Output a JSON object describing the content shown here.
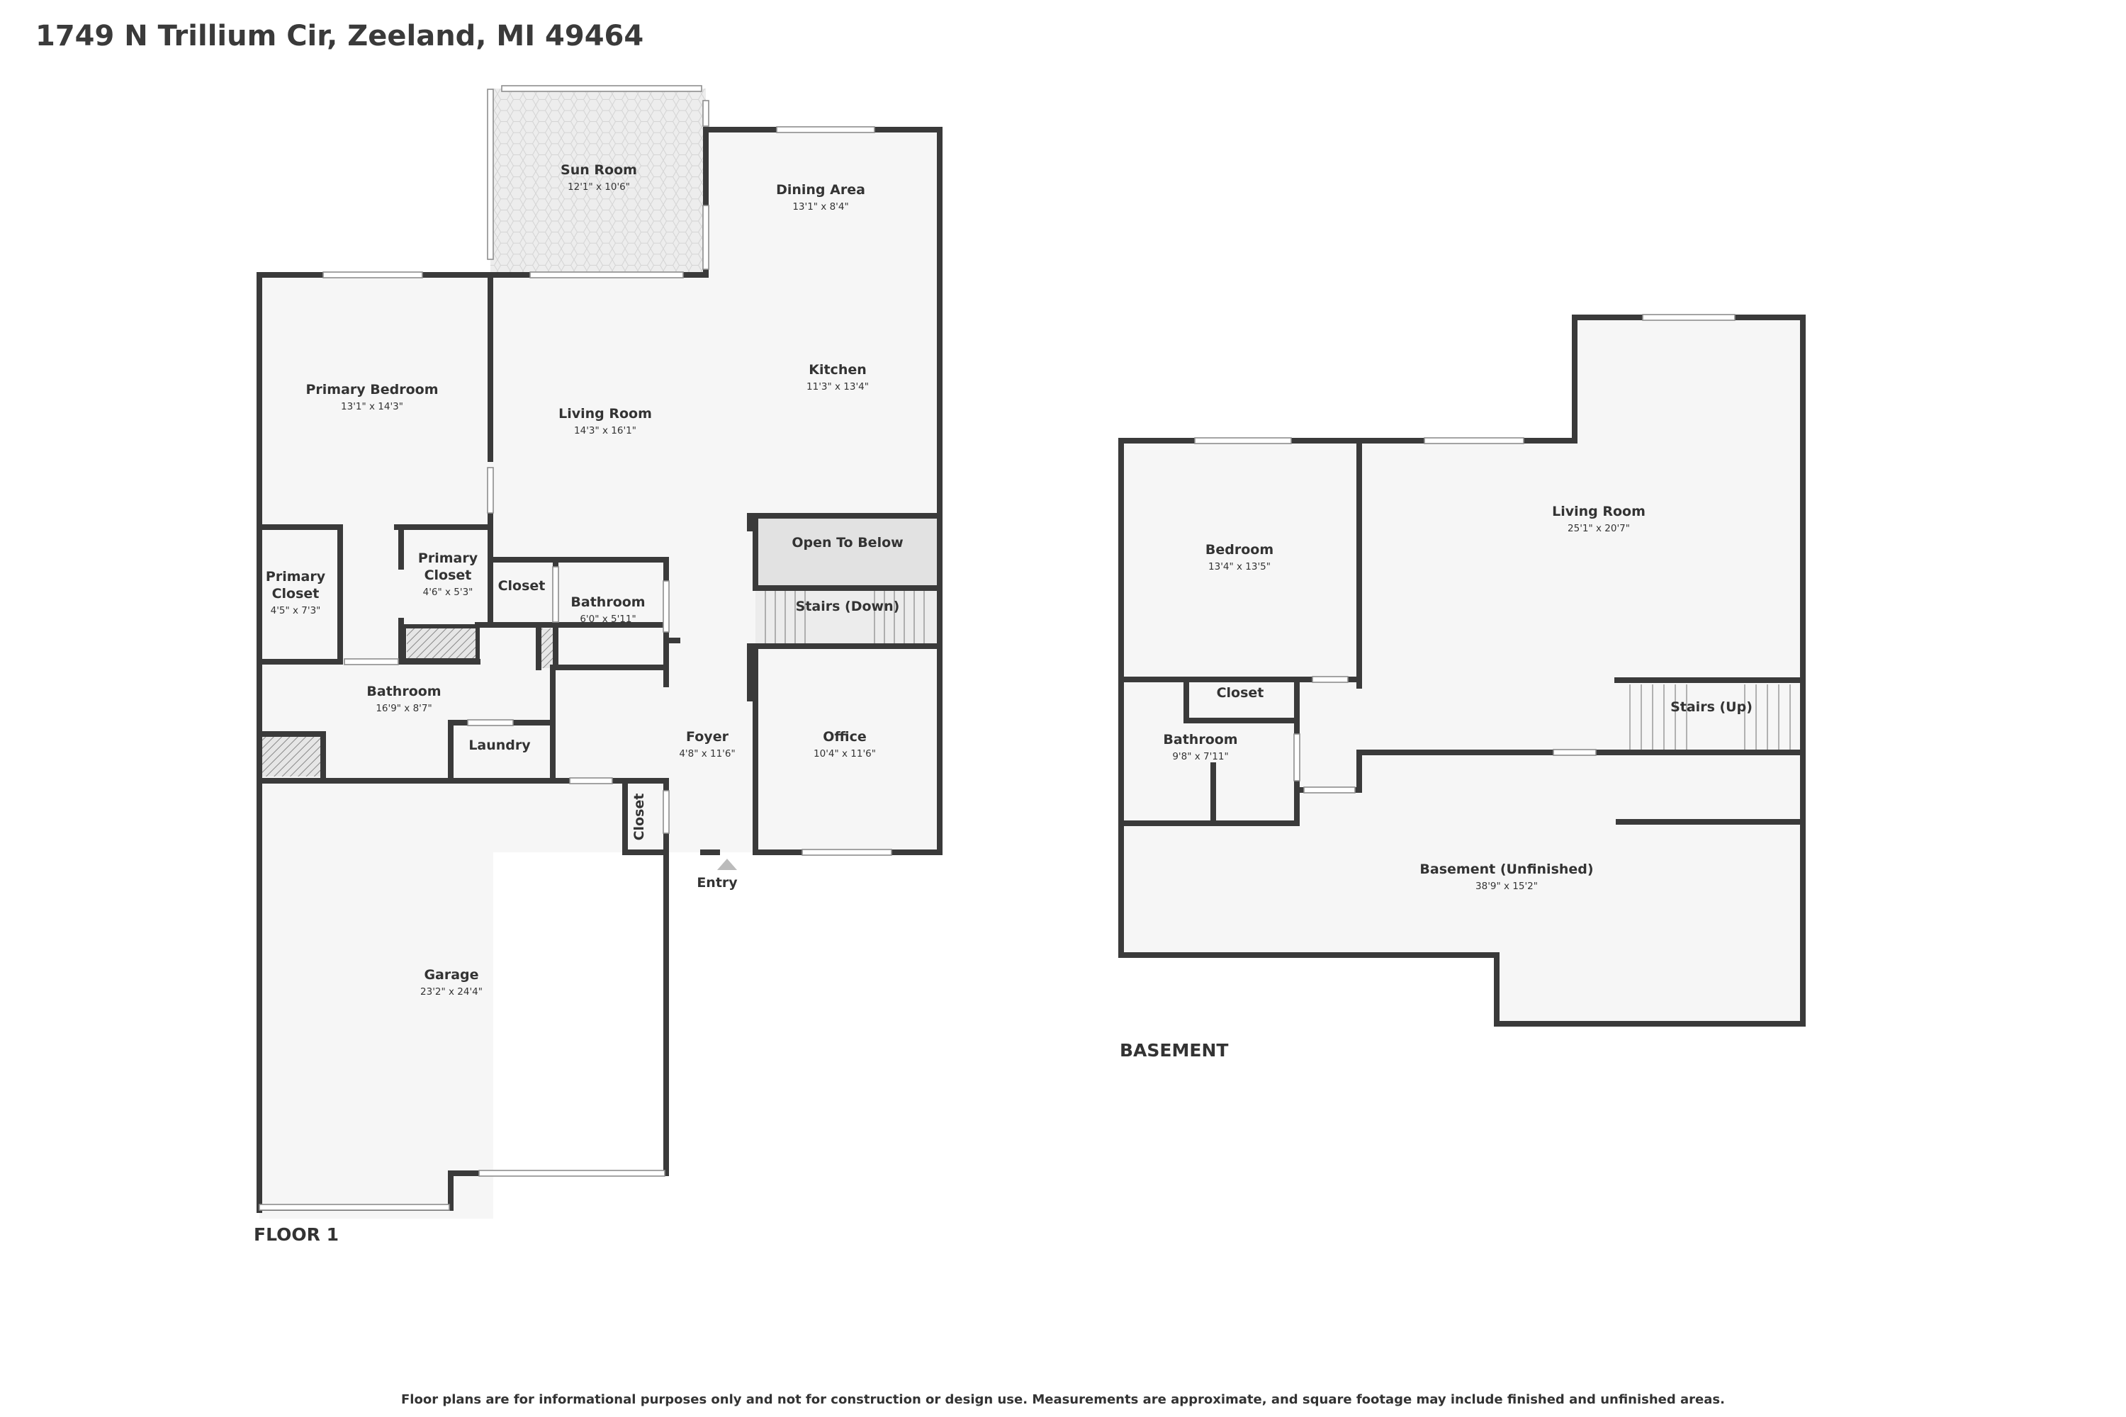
{
  "title": "1749 N Trillium Cir, Zeeland, MI 49464",
  "floors": [
    {
      "label": "FLOOR 1",
      "rooms": [
        {
          "name": "Sun Room",
          "dims": "12'1\" x 10'6\""
        },
        {
          "name": "Dining Area",
          "dims": "13'1\" x 8'4\""
        },
        {
          "name": "Kitchen",
          "dims": "11'3\" x 13'4\""
        },
        {
          "name": "Living Room",
          "dims": "14'3\" x 16'1\""
        },
        {
          "name": "Primary Bedroom",
          "dims": "13'1\" x 14'3\""
        },
        {
          "name": "Primary Closet",
          "dims": "4'5\" x 7'3\""
        },
        {
          "name": "Primary Closet",
          "dims": "4'6\" x 5'3\""
        },
        {
          "name": "Closet",
          "dims": ""
        },
        {
          "name": "Bathroom",
          "dims": "6'0\" x 5'11\""
        },
        {
          "name": "Open To Below",
          "dims": ""
        },
        {
          "name": "Stairs (Down)",
          "dims": ""
        },
        {
          "name": "Bathroom",
          "dims": "16'9\" x 8'7\""
        },
        {
          "name": "Laundry",
          "dims": ""
        },
        {
          "name": "Foyer",
          "dims": "4'8\" x 11'6\""
        },
        {
          "name": "Office",
          "dims": "10'4\" x 11'6\""
        },
        {
          "name": "Closet",
          "dims": ""
        },
        {
          "name": "Entry",
          "dims": ""
        },
        {
          "name": "Garage",
          "dims": "23'2\" x 24'4\""
        }
      ]
    },
    {
      "label": "BASEMENT",
      "rooms": [
        {
          "name": "Bedroom",
          "dims": "13'4\" x 13'5\""
        },
        {
          "name": "Living Room",
          "dims": "25'1\" x 20'7\""
        },
        {
          "name": "Closet",
          "dims": ""
        },
        {
          "name": "Bathroom",
          "dims": "9'8\" x 7'11\""
        },
        {
          "name": "Stairs (Up)",
          "dims": ""
        },
        {
          "name": "Basement (Unfinished)",
          "dims": "38'9\" x 15'2\""
        }
      ]
    }
  ],
  "disclaimer": "Floor plans are for informational purposes only and not for construction or design use. Measurements are approximate, and square footage may include finished and unfinished areas.",
  "colors": {
    "wall": "#3a3a3a",
    "floor": "#f6f6f6",
    "sunroom": "#ebebeb",
    "stairs": "#e8e8e8",
    "open_to_below": "#e2e2e2"
  }
}
